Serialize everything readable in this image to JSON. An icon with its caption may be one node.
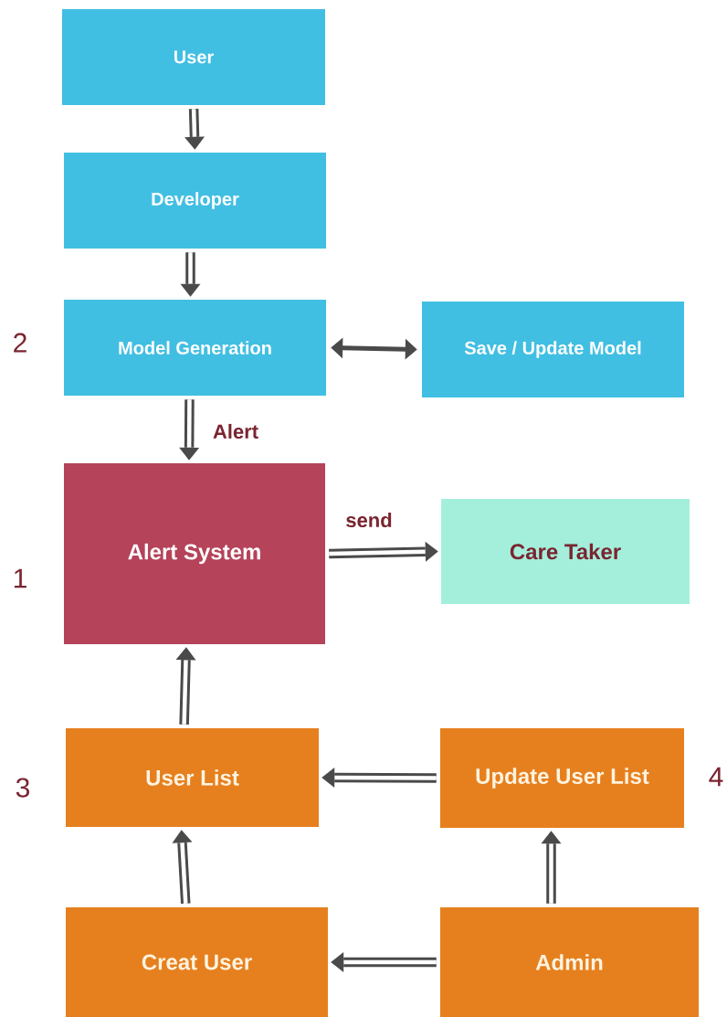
{
  "diagram": {
    "nodes": [
      {
        "text": [
          "User"
        ]
      },
      {
        "text": [
          "Developer"
        ]
      },
      {
        "text": [
          "Model Generation"
        ]
      },
      {
        "text": [
          "Save / Update Model"
        ]
      },
      {
        "text": [
          "Alert System"
        ]
      },
      {
        "text": [
          "Care Taker"
        ]
      },
      {
        "text": [
          "User List"
        ]
      },
      {
        "text": [
          "Update User List"
        ]
      },
      {
        "text": [
          "Creat User"
        ]
      },
      {
        "text": [
          "Admin"
        ]
      }
    ],
    "edges": [
      {
        "from": 0,
        "to": 1,
        "arrow": "to"
      },
      {
        "from": 1,
        "to": 2,
        "arrow": "to"
      },
      {
        "from": 2,
        "to": 3,
        "arrow": "both"
      },
      {
        "from": 2,
        "to": 4,
        "arrow": "to",
        "label": "Alert"
      },
      {
        "from": 4,
        "to": 5,
        "arrow": "to",
        "label": "send"
      },
      {
        "from": 6,
        "to": 4,
        "arrow": "to"
      },
      {
        "from": 7,
        "to": 6,
        "arrow": "to"
      },
      {
        "from": 8,
        "to": 6,
        "arrow": "to"
      },
      {
        "from": 9,
        "to": 7,
        "arrow": "to"
      },
      {
        "from": 9,
        "to": 8,
        "arrow": "to"
      }
    ],
    "labels": [
      "2",
      "1",
      "3",
      "4"
    ]
  }
}
